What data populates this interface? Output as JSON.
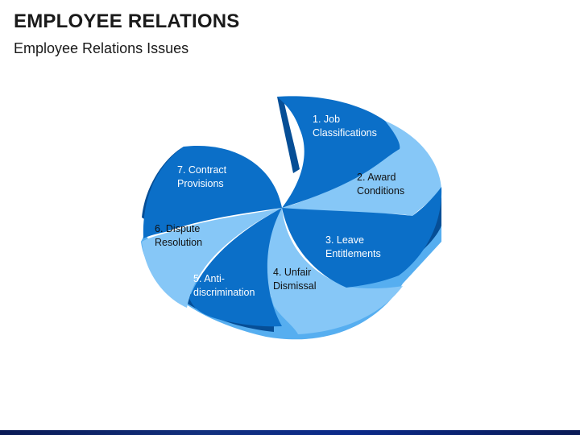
{
  "slide": {
    "title": "EMPLOYEE RELATIONS",
    "subtitle": "Employee Relations Issues"
  },
  "colors": {
    "dark_blue": "#0b6fc8",
    "dark_blue_side": "#064e96",
    "light_blue": "#86c7f7",
    "light_blue_side": "#56aef0",
    "text_on_dark": "#ffffff",
    "text_on_light": "#111111",
    "footer": "#0b2a8a"
  },
  "segments": [
    {
      "id": 1,
      "line1": "1. Job",
      "line2": "Classifications",
      "tone": "dark"
    },
    {
      "id": 2,
      "line1": "2. Award",
      "line2": "Conditions",
      "tone": "light"
    },
    {
      "id": 3,
      "line1": "3. Leave",
      "line2": "Entitlements",
      "tone": "dark"
    },
    {
      "id": 4,
      "line1": "4. Unfair",
      "line2": "Dismissal",
      "tone": "light"
    },
    {
      "id": 5,
      "line1": "5. Anti-",
      "line2": "discrimination",
      "tone": "dark"
    },
    {
      "id": 6,
      "line1": "6. Dispute",
      "line2": "Resolution",
      "tone": "light"
    },
    {
      "id": 7,
      "line1": "7. Contract",
      "line2": "Provisions",
      "tone": "dark"
    }
  ]
}
